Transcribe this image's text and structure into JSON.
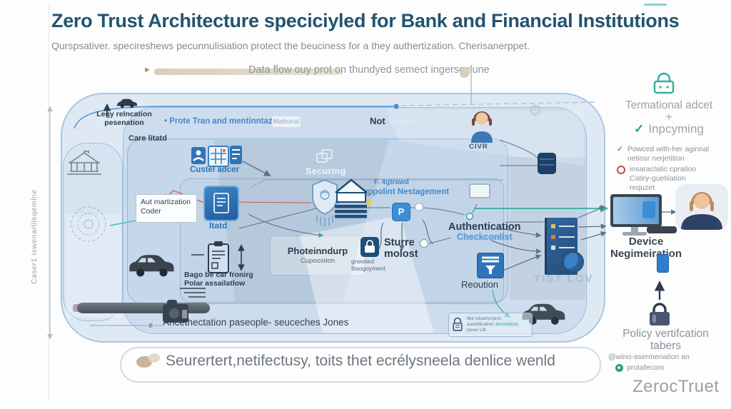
{
  "page": {
    "title": "Zero Trust Architecture speciciyled for Bank and Financial Institutions",
    "subtitle": "Qurspsativer. specireshews pecunnulisiation protect the beuciness for a they authertization. Cherisanerppet.",
    "legend_label": "Data flow ouy prot on thundyed semect ingerseclune",
    "footer_text": "Seurertert,netifectusy, toits thet ecrélysneela denlice wenld",
    "brand": "ZerocTruet"
  },
  "diagram": {
    "axis_label": "Caser1 Iswenarlileqemlne",
    "legy": [
      "Legy relncation",
      "pesenation"
    ],
    "protetran": "• Prote Tran and mentinntazilar",
    "mattural": "Mattural",
    "not_bold": "Not",
    "not_faded": "Wand",
    "care": "Care litatd",
    "custel": "Custel adcer",
    "securing": "Securing",
    "cuppolint": [
      "F. 4gtrawd",
      "Cuppolint Nestagement"
    ],
    "aut": [
      "Aut martization",
      "Coder"
    ],
    "itatd": "Itatd",
    "bago": [
      "Bago be car fronirg",
      "Polar assailatlow"
    ],
    "phote": [
      "Photeinndurp",
      "Cupoostion"
    ],
    "sturre": [
      "Sturre",
      "molost"
    ],
    "sturre_sub": [
      "gnwated",
      "Baogoyment"
    ],
    "auth": "Authentication",
    "auth_sub": "Checkconlist",
    "reoution": "Reoution",
    "trst": "TIST LOV",
    "civr": "CIVR",
    "p_badge": "P",
    "anc": "Ancethectation paseople- seuceches Jones",
    "locknote": [
      "fike situamcrjens",
      "auectilication",
      "Jenneblces",
      "peser Lift"
    ]
  },
  "sidebar": {
    "terminal": "Termational adcet",
    "plus": "+",
    "check_mark": "✓",
    "incoming": "Inpcyming",
    "b1": [
      "Powced with-her aginnal",
      "netiosr nerjetition"
    ],
    "b2": [
      "insaractatic cpration",
      "Catiry-guetiiation",
      "requzet"
    ],
    "device": [
      "Device",
      "Negimeiration"
    ],
    "policy": [
      "Policy vertifcation",
      "tabers"
    ],
    "proto": [
      "@wino-asermenation an",
      "protafecom"
    ]
  },
  "colors": {
    "accent_blue": "#2f74b8",
    "navy": "#1f4e79",
    "teal": "#35ad9e",
    "salmon": "#c96a5e",
    "title": "#21546f"
  }
}
